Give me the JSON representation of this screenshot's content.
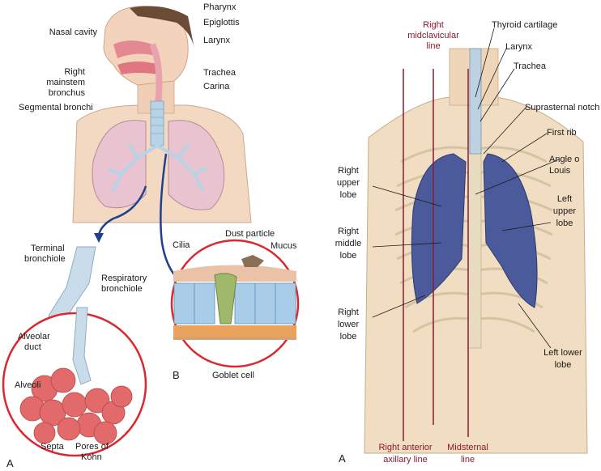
{
  "left_figure": {
    "labels": {
      "nasal_cavity": "Nasal cavity",
      "pharynx": "Pharynx",
      "epiglottis": "Epiglottis",
      "larynx": "Larynx",
      "right_mainstem_1": "Right",
      "right_mainstem_2": "mainstem",
      "right_mainstem_3": "bronchus",
      "trachea": "Trachea",
      "carina": "Carina",
      "segmental_bronchi": "Segmental bronchi",
      "terminal_bronchiole_1": "Terminal",
      "terminal_bronchiole_2": "bronchiole",
      "respiratory_bronchiole_1": "Respiratory",
      "respiratory_bronchiole_2": "bronchiole",
      "alveolar_duct_1": "Alveolar",
      "alveolar_duct_2": "duct",
      "alveoli": "Alveoli",
      "septa": "Septa",
      "pores_of_kohn_1": "Pores of",
      "pores_of_kohn_2": "Kohn",
      "dust_particle": "Dust particle",
      "mucus": "Mucus",
      "cilia": "Cilia",
      "goblet_cell": "Goblet cell",
      "panel_a": "A",
      "panel_b": "B"
    }
  },
  "right_figure": {
    "labels": {
      "right_midclavicular_1": "Right",
      "right_midclavicular_2": "midclavicular",
      "right_midclavicular_3": "line",
      "thyroid_cartilage": "Thyroid cartilage",
      "larynx": "Larynx",
      "trachea": "Trachea",
      "suprasternal_notch": "Suprasternal notch",
      "first_rib": "First rib",
      "angle_of_louis_1": "Angle o",
      "angle_of_louis_2": "Louis",
      "right_upper_lobe_1": "Right",
      "right_upper_lobe_2": "upper",
      "right_upper_lobe_3": "lobe",
      "left_upper_lobe_1": "Left",
      "left_upper_lobe_2": "upper",
      "left_upper_lobe_3": "lobe",
      "right_middle_lobe_1": "Right",
      "right_middle_lobe_2": "middle",
      "right_middle_lobe_3": "lobe",
      "right_lower_lobe_1": "Right",
      "right_lower_lobe_2": "lower",
      "right_lower_lobe_3": "lobe",
      "left_lower_lobe_1": "Left lower",
      "left_lower_lobe_2": "lobe",
      "right_anterior_axillary_1": "Right anterior",
      "right_anterior_axillary_2": "axillary line",
      "midsternal_1": "Midsternal",
      "midsternal_2": "line",
      "panel_a": "A"
    }
  },
  "colors": {
    "skin": "#f4d9c2",
    "lung_pink": "#e9c3cf",
    "alveoli_red": "#e26a6a",
    "airway_blue": "#b7d3e6",
    "lung_blue": "#4a5a9a",
    "circle_red": "#d9282f",
    "guide_line_red": "#8b1a2e"
  }
}
